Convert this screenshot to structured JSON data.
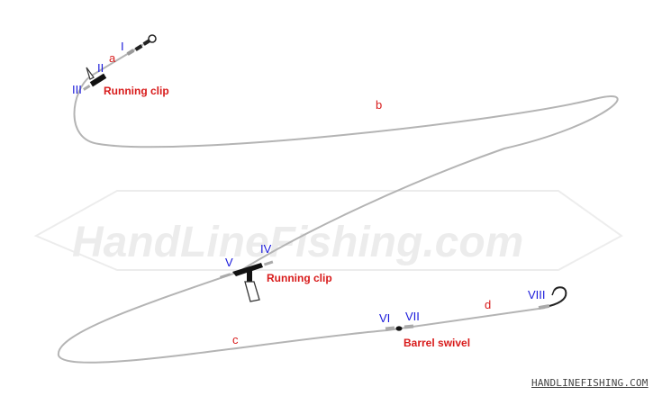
{
  "labels": {
    "I": "I",
    "II": "II",
    "III": "III",
    "IV": "IV",
    "V": "V",
    "VI": "VI",
    "VII": "VII",
    "VIII": "VIII",
    "a": "a",
    "b": "b",
    "c": "c",
    "d": "d",
    "running_clip_top": "Running clip",
    "running_clip_mid": "Running clip",
    "barrel_swivel": "Barrel swivel"
  },
  "watermark": "HandLineFishing.com",
  "credit": "HANDLINEFISHING.COM",
  "colors": {
    "line": "#b4b4b4",
    "roman_numerals": "#1a1adb",
    "letters": "#d81b1b",
    "clip": "#111111"
  },
  "icons": [
    "snap-icon",
    "running-clip-icon",
    "barrel-swivel-icon",
    "hook-icon"
  ]
}
